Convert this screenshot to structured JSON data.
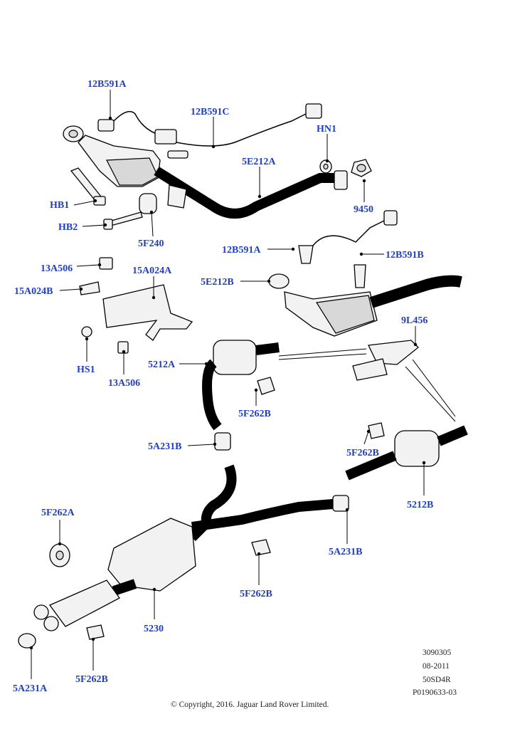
{
  "labels": {
    "l_12B591A_top": "12B591A",
    "l_12B591C": "12B591C",
    "l_HN1": "HN1",
    "l_5E212A": "5E212A",
    "l_9450": "9450",
    "l_HB1": "HB1",
    "l_HB2": "HB2",
    "l_5F240": "5F240",
    "l_12B591A_mid": "12B591A",
    "l_12B591B": "12B591B",
    "l_5E212B": "5E212B",
    "l_13A506_top": "13A506",
    "l_15A024A": "15A024A",
    "l_15A024B": "15A024B",
    "l_HS1": "HS1",
    "l_13A506_bot": "13A506",
    "l_9L456": "9L456",
    "l_5212A": "5212A",
    "l_5F262B_1": "5F262B",
    "l_5A231B_left": "5A231B",
    "l_5F262B_2": "5F262B",
    "l_5212B": "5212B",
    "l_5F262A": "5F262A",
    "l_5A231B_right": "5A231B",
    "l_5F262B_3": "5F262B",
    "l_5230": "5230",
    "l_5F262B_4": "5F262B",
    "l_5A231A": "5A231A"
  },
  "footer": {
    "code1": "3090305",
    "code2": "08-2011",
    "code3": "50SD4R",
    "code4": "P0190633-03",
    "copyright": "© Copyright, 2016. Jaguar Land Rover Limited."
  }
}
